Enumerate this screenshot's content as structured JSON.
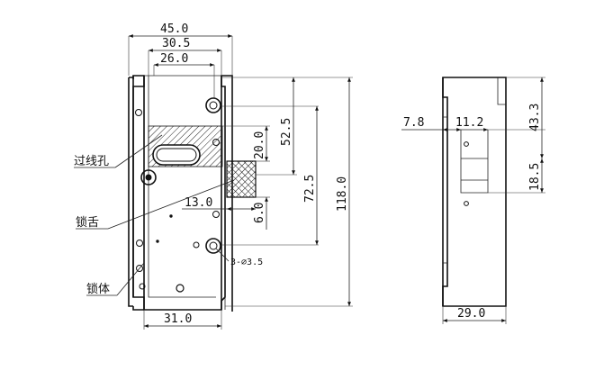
{
  "labels": {
    "wire_hole": "过线孔",
    "lock_tongue": "锁舌",
    "lock_body": "锁体"
  },
  "dimensions": {
    "width_45": "45.0",
    "width_30_5": "30.5",
    "width_26": "26.0",
    "width_31": "31.0",
    "width_13": "13.0",
    "height_52_5": "52.5",
    "height_20": "20.0",
    "height_72_5": "72.5",
    "height_6": "6.0",
    "height_118": "118.0",
    "hole_note": "3-⌀3.5",
    "side_7_8": "7.8",
    "side_11_2": "11.2",
    "side_43_3": "43.3",
    "side_18_5": "18.5",
    "side_29": "29.0"
  }
}
